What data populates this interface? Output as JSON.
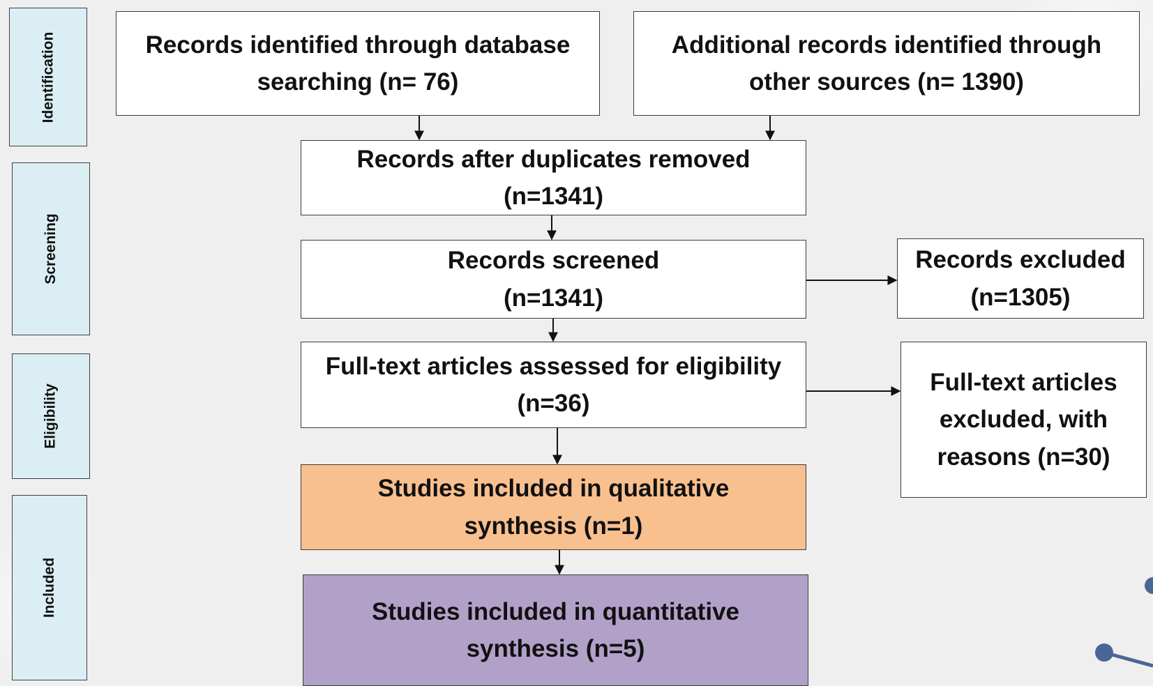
{
  "phases": {
    "identification": "Identification",
    "screening": "Screening",
    "eligibility": "Eligibility",
    "included": "Included"
  },
  "boxes": {
    "database_records": "Records identified through database\nsearching (n= 76)",
    "other_sources": "Additional records identified through\nother sources (n= 1390)",
    "after_duplicates": "Records after duplicates removed\n(n=1341)",
    "screened": "Records screened\n(n=1341)",
    "excluded": "Records excluded\n(n=1305)",
    "fulltext_assessed": "Full-text articles assessed for eligibility\n(n=36)",
    "fulltext_excluded": "Full-text articles\nexcluded, with\nreasons (n=30)",
    "qualitative": "Studies included in qualitative\nsynthesis (n=1)",
    "quantitative": "Studies included in quantitative\nsynthesis (n=5)"
  },
  "colors": {
    "phase_fill": "#dbeef3",
    "qualitative_fill": "#f9c08f",
    "quantitative_fill": "#b1a1c9",
    "node_accent": "#4a6696"
  }
}
